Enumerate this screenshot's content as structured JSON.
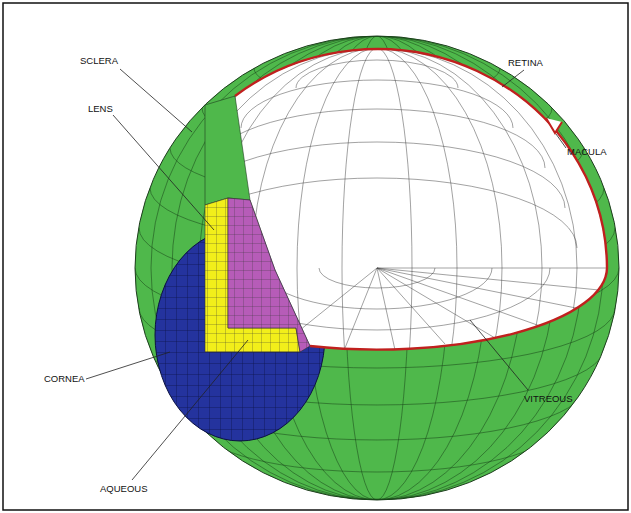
{
  "diagram": {
    "labels": [
      "SCLERA",
      "RETINA",
      "LENS",
      "MACULA",
      "CORNEA",
      "VITREOUS",
      "AQUEOUS"
    ]
  }
}
